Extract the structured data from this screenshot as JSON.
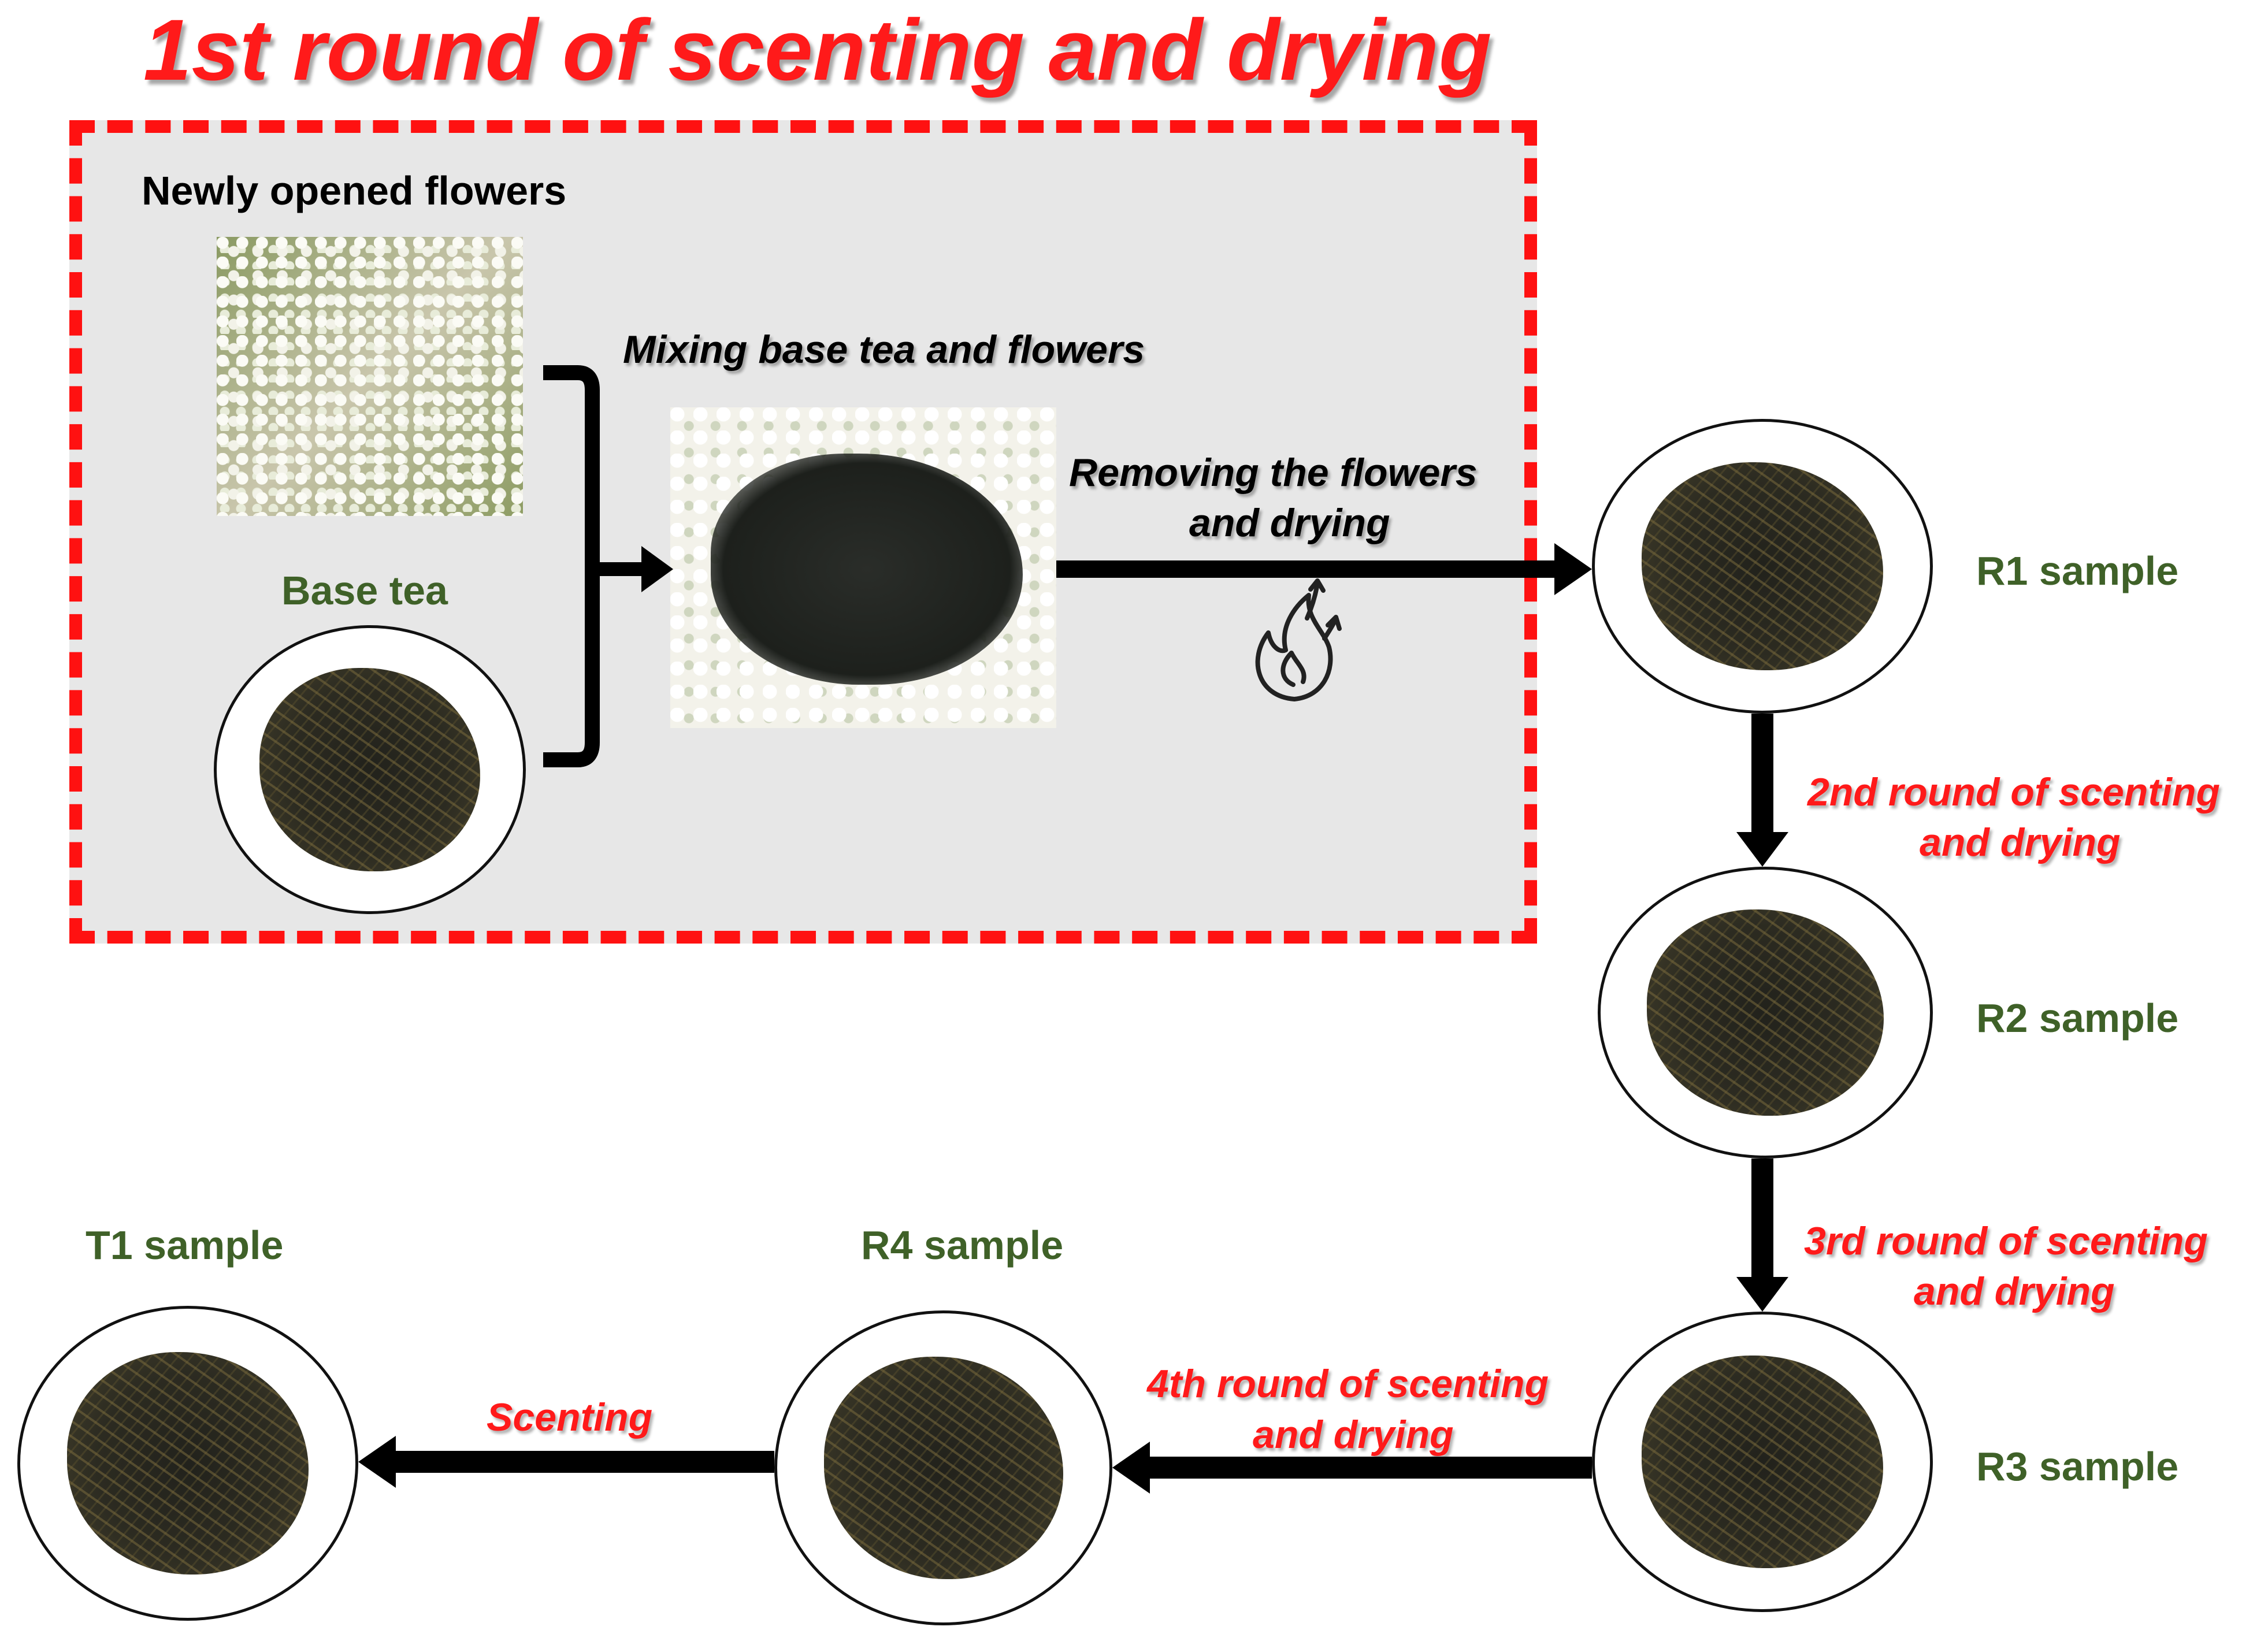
{
  "title": "1st round of scenting and drying",
  "labels": {
    "newly_opened_flowers": "Newly opened flowers",
    "base_tea": "Base tea",
    "r1": "R1 sample",
    "r2": "R2 sample",
    "r3": "R3 sample",
    "r4": "R4 sample",
    "t1": "T1 sample"
  },
  "steps": {
    "mixing": "Mixing base tea and flowers",
    "removing_line1": "Removing the flowers",
    "removing_line2": "and drying",
    "round2_line1": "2nd round of scenting",
    "round2_line2": "and drying",
    "round3_line1": "3rd round of scenting",
    "round3_line2": "and drying",
    "round4_line1": "4th round of scenting",
    "round4_line2": "and drying",
    "scenting": "Scenting"
  },
  "icons": {
    "drying": "fire-icon"
  },
  "colors": {
    "title_red": "#ff1a1a",
    "sample_green": "#3f6128",
    "box_background": "#e7e7e7",
    "box_border": "#ff1111"
  }
}
